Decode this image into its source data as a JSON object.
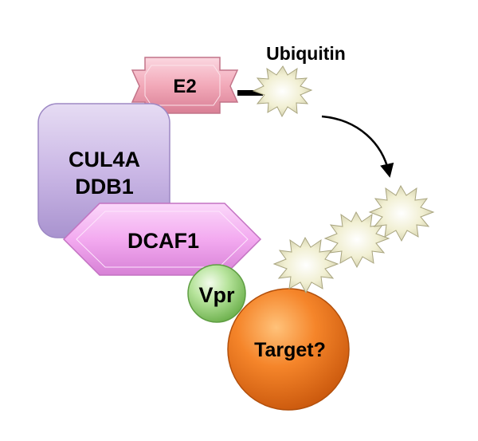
{
  "labels": {
    "ubiquitin": "Ubiquitin",
    "e2": "E2",
    "cul4a": "CUL4A",
    "ddb1": "DDB1",
    "dcaf1": "DCAF1",
    "vpr": "Vpr",
    "target": "Target?"
  },
  "colors": {
    "e2": "#f0a8b8",
    "cul4a_ddb1": "#c8b4e4",
    "dcaf1": "#f2a8ee",
    "vpr": "#a6dc8a",
    "target": "#f07a1e",
    "ubiquitin": "#eeeccc"
  }
}
